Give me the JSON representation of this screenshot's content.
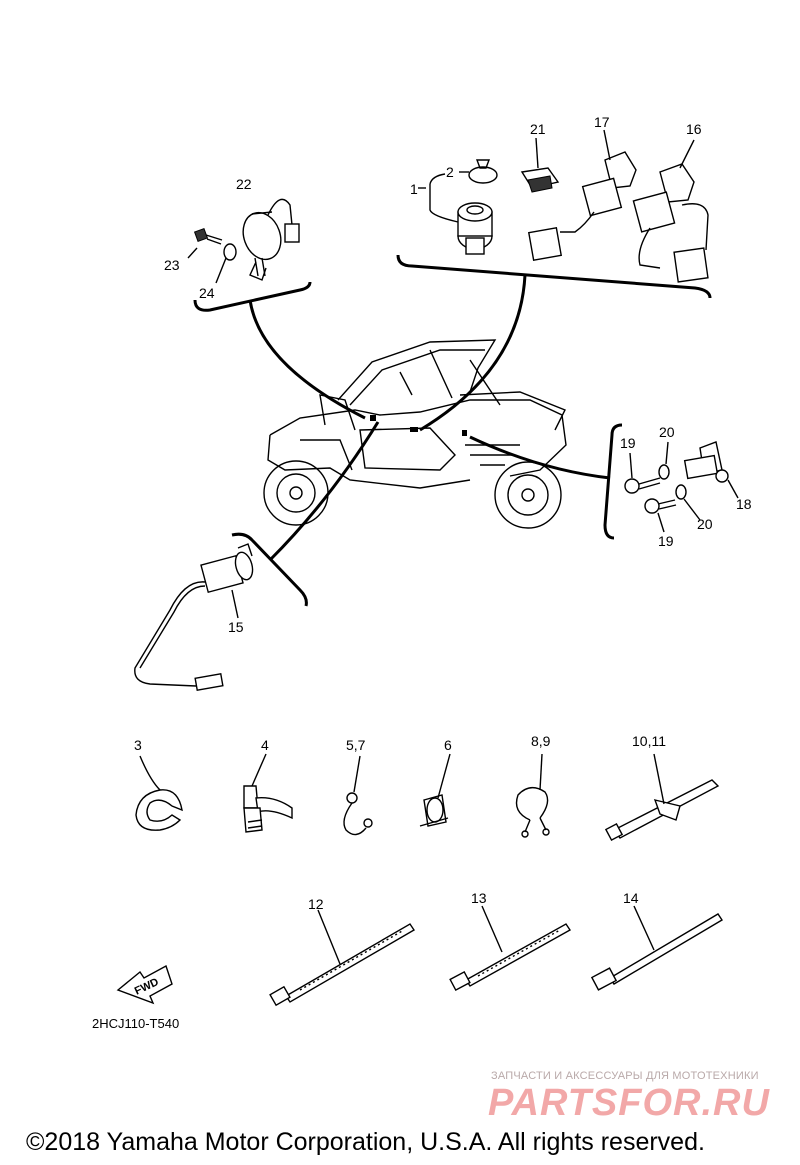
{
  "diagram": {
    "callouts": [
      "1",
      "2",
      "3",
      "4",
      "5,7",
      "6",
      "8,9",
      "10,11",
      "12",
      "13",
      "14",
      "15",
      "16",
      "17",
      "18",
      "19",
      "20",
      "21",
      "22",
      "23",
      "24"
    ],
    "fwd_label": "FWD",
    "drawing_code": "2HCJ110-T540"
  },
  "watermark": {
    "tagline": "ЗАПЧАСТИ И АКСЕССУАРЫ ДЛЯ МОТОТЕХНИКИ",
    "brand": "PARTSFOR.RU"
  },
  "footer": {
    "copyright": "©2018 Yamaha Motor Corporation, U.S.A. All rights reserved."
  }
}
